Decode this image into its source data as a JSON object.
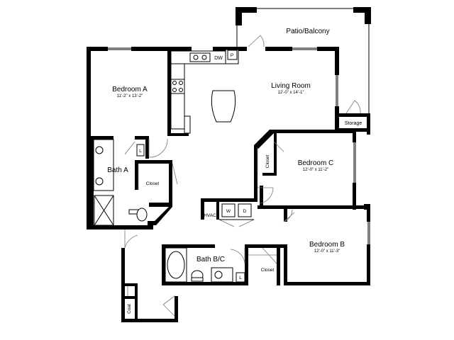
{
  "rooms": {
    "patio": {
      "name": "Patio/Balcony"
    },
    "living": {
      "name": "Living Room",
      "dims": "12'-0\" x 14'-1\""
    },
    "bedroom_a": {
      "name": "Bedroom A",
      "dims": "11'-2\" x 13'-2\""
    },
    "bedroom_b": {
      "name": "Bedroom B",
      "dims": "12'-0\" x 11'-3\""
    },
    "bedroom_c": {
      "name": "Bedroom C",
      "dims": "12'-0\" x 11'-2\""
    },
    "bath_a": {
      "name": "Bath A"
    },
    "bath_bc": {
      "name": "Bath B/C"
    },
    "storage": {
      "name": "Storage"
    }
  },
  "labels": {
    "dw": "DW",
    "p": "P",
    "l_bath_a": "L",
    "l_bath_bc": "L",
    "closet_bath_a": "Closet",
    "closet_c": "Closet",
    "closet_b": "Closet",
    "coat": "Coat",
    "hvac": "HVAC",
    "w": "W",
    "d": "D"
  }
}
